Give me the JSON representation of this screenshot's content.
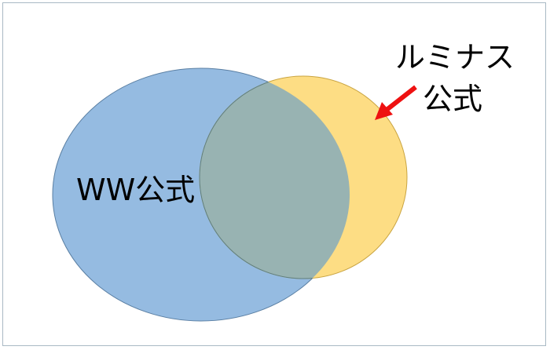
{
  "diagram": {
    "type": "venn",
    "sets": [
      {
        "id": "ww",
        "label": "WW公式",
        "color": "#95bbe1",
        "stroke": "#5a7fa3"
      },
      {
        "id": "luminous",
        "label_line1": "ルミナス",
        "label_line2": "公式",
        "color": "#fddd84",
        "stroke": "#c9a441"
      }
    ],
    "overlap_color": "#98b3b2",
    "arrow": {
      "color": "#ee1111",
      "points_to": "luminous"
    }
  }
}
